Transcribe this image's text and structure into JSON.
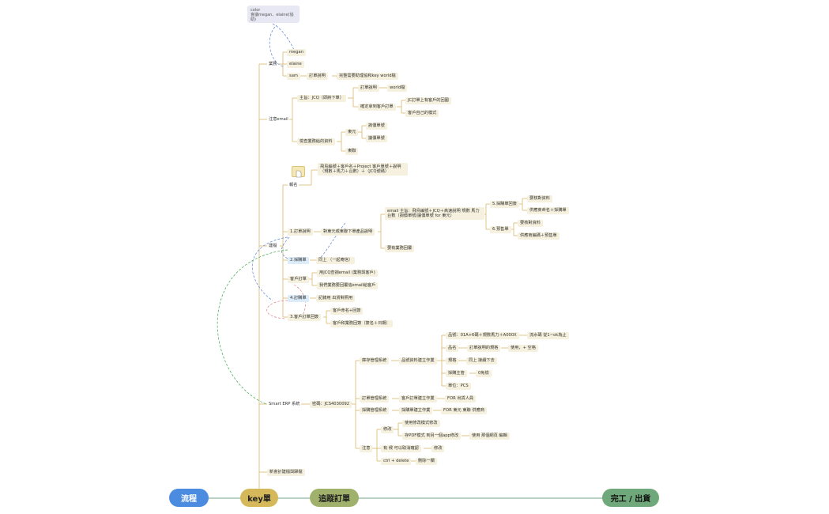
{
  "note": {
    "line1": "color",
    "line2": "會議megan、elaine(協助)"
  },
  "doc_icon": "document-icon",
  "stages": [
    "流程",
    "key單",
    "追蹤訂單",
    "完工 / 出貨"
  ],
  "colors": {
    "line": "#d8b86a",
    "stage_line": "#8bb89a",
    "dash_blue": "#5a80d8",
    "dash_red": "#e08088",
    "dash_green": "#3aa84a"
  },
  "nodes": {
    "a": "業務",
    "a1": "megan",
    "a2": "elaine",
    "a3": "sam",
    "a3a": "訂單說明",
    "a3b": "完整需要助理協和key world檔",
    "b": "注意email",
    "b1": "主旨：JCQ（即將下單）",
    "b1a": "訂單說明",
    "b1a1": "world檔",
    "b1b": "確定拿到客戶訂單",
    "b1b1": "JC訂單上有客戶的回圖",
    "b1b2": "客戶自己的模式",
    "b2": "檢查業務給的資料",
    "b2a": "東元",
    "b2a1": "詢價單號",
    "b2a2": "議價單號",
    "b2b": "東聯",
    "c": "建檔",
    "c1": "報名",
    "c1a": "飛鳥編號＋客戶名＋Project 客戶單號＋說明（規數＋馬力＋台數）＋（JCQ號碼）",
    "c2": "1.訂單說明",
    "c2a": "對東元或東聯下單產品說明",
    "c2a1": "email 主旨：飛鳥編號＋JCQ＋高速說明 規數 馬力 台數（詢價單號/議價單號 for 東元）",
    "c2a1a": "5.採購單回簽",
    "c2a1a1": "要核對資料",
    "c2a1a2": "供應商命名＋採購單",
    "c2a1b": "6.預售單",
    "c2a1b1": "要核對資料",
    "c2a1b2": "供應商編碼＋預售單",
    "c2a2": "要有業務回覆",
    "c3": "2.採購單",
    "c3a": "同上 （一起寄信）",
    "c4": "客戶訂單",
    "c4a": "用JCQ查詢email (業務與客戶)",
    "c4b": "我們業務要回覆信email給客戶",
    "c5": "4.訂購單",
    "c5a": "記錄用 出貨對照用",
    "c6": "3.客戶訂單回簽",
    "c6a": "客戶命名+回簽",
    "c6b": "客戶和業務回簽（簽名＋日期）",
    "d": "Smart ERP 系統",
    "d1": "密碼：JCS4030092",
    "d1a": "庫存管理系統",
    "d1a1": "品號資料建立作業",
    "d1a1a": "品號：01A+6碼＋規數馬力＋A000X",
    "d1a1a1": "流水碼 從1~ok為止",
    "d1a1b": "品名",
    "d1a1b1": "訂單說明的規格",
    "d1a1b2": "使用，+ 空格",
    "d1a1c": "規格",
    "d1a1c1": "同上 接續下去",
    "d1a1d": "採購主管",
    "d1a1d1": "0免檢",
    "d1a1e": "單位：PCS",
    "d1b": "訂單管理系統",
    "d1b1": "客戶訂單建立作業",
    "d1b2": "FOR 出貨人員",
    "d1c": "採購管理系統",
    "d1c1": "採購單建立作業",
    "d1c2": "FOR 東元 東聯 供應商",
    "d1d": "注意",
    "d1d1": "修改",
    "d1d1a": "使用修改模式修改",
    "d1d1b": "存PDF模式 到另一個app修改",
    "d1d1b1": "使用 那個網頁 編輯",
    "d1d2": "有 候 可以取消確認",
    "d1d2a": "修改",
    "d1d3": "ctrl + delete",
    "d1d3a": "刪除一欄",
    "e": "新會計建檔與歸檔"
  }
}
